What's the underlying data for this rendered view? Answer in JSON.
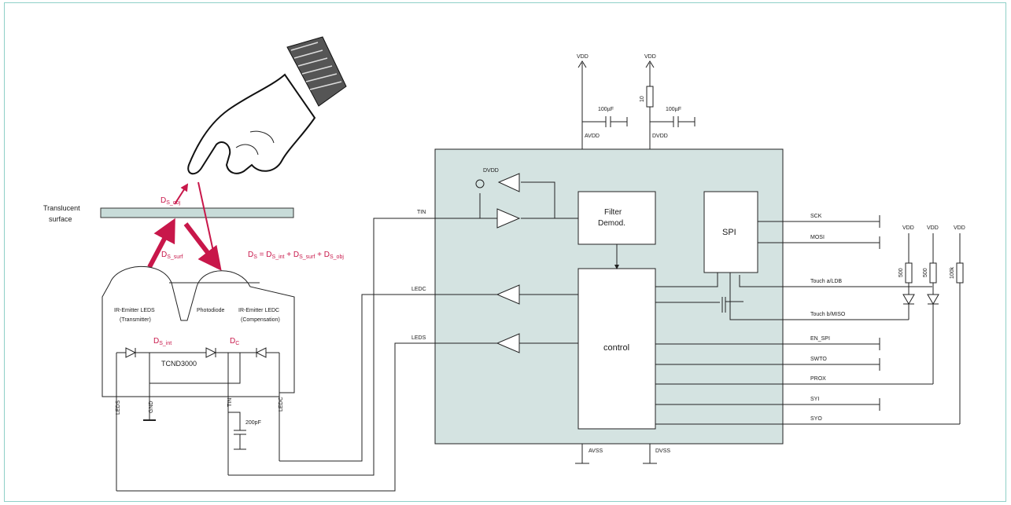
{
  "labels": {
    "translucent_surface": [
      "Translucent",
      "surface"
    ],
    "ds_obj": "D",
    "ds_obj_sub": "S_obj",
    "ds_surf": "D",
    "ds_surf_sub": "S_surf",
    "ds_int": "D",
    "ds_int_sub": "S_int",
    "dc": "D",
    "dc_sub": "C",
    "equation": [
      "D",
      "S",
      " = D",
      "S_int",
      " + D",
      "S_surf",
      " + D",
      "S_obj"
    ],
    "ir_emitter_leds": [
      "IR-Emitter LEDS",
      "(Transmitter)"
    ],
    "photodiode": "Photodiode",
    "ir_emitter_ledc": [
      "IR-Emitter LEDC",
      "(Compensation)"
    ],
    "sensor_part": "TCND3000",
    "pin_leds": "LEDS",
    "pin_gnd": "GND",
    "pin_tin": "TIN",
    "pin_ledc": "LEDC",
    "cap_200pf": "200pF"
  },
  "chip": {
    "tin": "TIN",
    "ledc": "LEDC",
    "leds": "LEDS",
    "dvdd_source": "DVDD",
    "filter": [
      "Filter",
      "Demod."
    ],
    "spi": "SPI",
    "control": "control",
    "avdd": "AVDD",
    "dvdd": "DVDD",
    "avss": "AVSS",
    "dvss": "DVSS"
  },
  "supply": {
    "vdd1": "VDD",
    "vdd2": "VDD",
    "cap1": "100µF",
    "cap2": "100µF",
    "res": "10"
  },
  "pins": [
    "SCK",
    "MOSI",
    "Touch a/LDB",
    "Touch b/MISO",
    "EN_SPI",
    "SWTO",
    "PROX",
    "SYI",
    "SYO"
  ],
  "right": {
    "vdd": [
      "VDD",
      "VDD",
      "VDD"
    ],
    "res": [
      "500",
      "500",
      "100k"
    ]
  },
  "colors": {
    "chip_fill": "#d4e3e1",
    "accent": "#c8174a",
    "frame": "#8fd0c8",
    "surface": "#c8dcd9"
  }
}
